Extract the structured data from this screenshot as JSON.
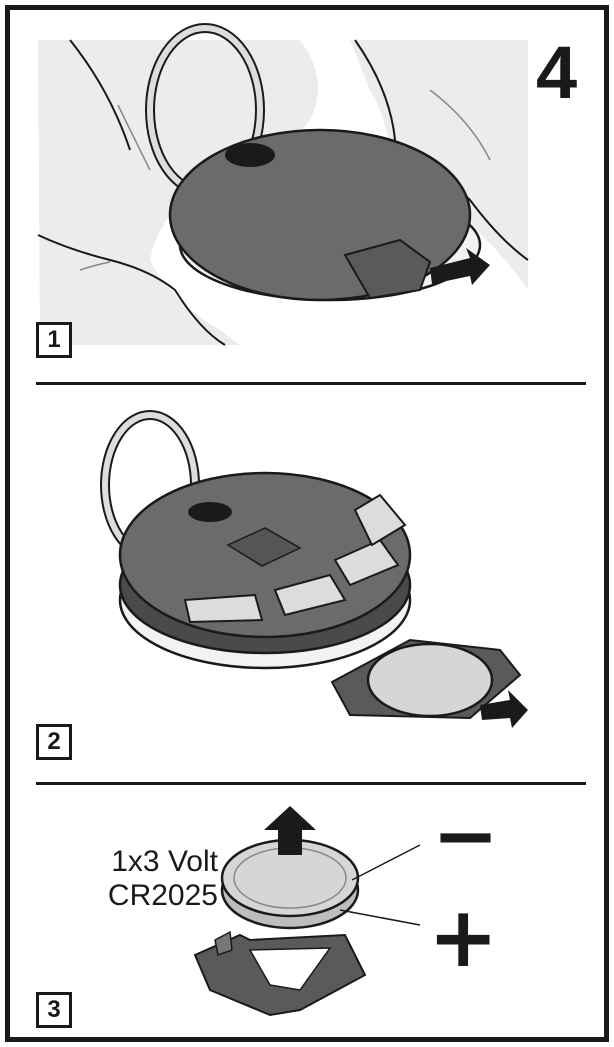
{
  "figure": {
    "number": "4",
    "steps": [
      {
        "label": "1"
      },
      {
        "label": "2"
      },
      {
        "label": "3"
      }
    ],
    "battery": {
      "line1": "1x3 Volt",
      "line2": "CR2025",
      "minus": "−",
      "plus": "+"
    },
    "colors": {
      "line": "#1a1a1a",
      "body": "#6b6b6b",
      "body_dark": "#4a4a4a",
      "hand": "#ececec",
      "battery": "#d6d6d6",
      "button": "#dcdcdc"
    }
  }
}
